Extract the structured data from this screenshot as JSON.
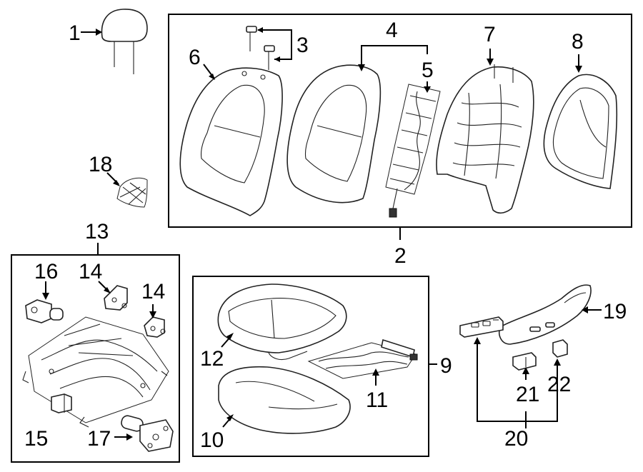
{
  "diagram": {
    "callouts": {
      "c1": "1",
      "c2": "2",
      "c3": "3",
      "c4": "4",
      "c5": "5",
      "c6": "6",
      "c7": "7",
      "c8": "8",
      "c9": "9",
      "c10": "10",
      "c11": "11",
      "c12": "12",
      "c13": "13",
      "c14a": "14",
      "c14b": "14",
      "c15": "15",
      "c16": "16",
      "c17": "17",
      "c18": "18",
      "c19": "19",
      "c20": "20",
      "c21": "21",
      "c22": "22"
    }
  }
}
